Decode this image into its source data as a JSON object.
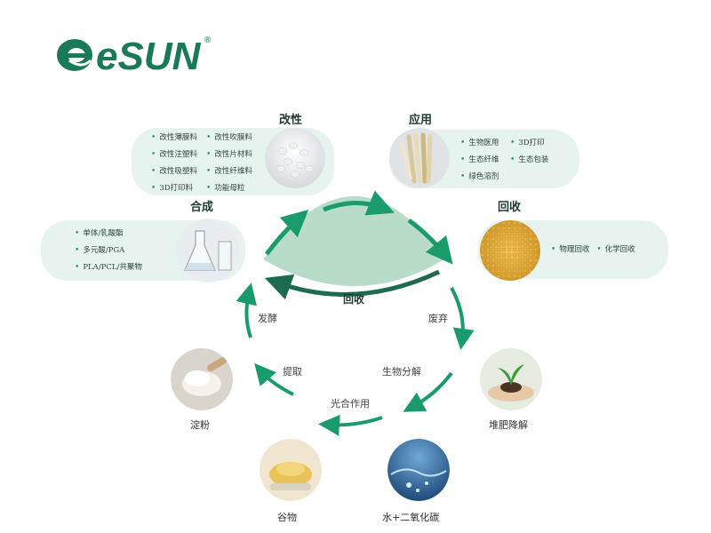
{
  "brand": {
    "name": "eSUN",
    "registered": "®",
    "color": "#1a7a55"
  },
  "colors": {
    "accent": "#1a9b6c",
    "panel_bg": "#e7f3ee",
    "center_fill": "#b7dcc8",
    "dark_arrow": "#1d6b4e"
  },
  "top_left": {
    "title": "改性",
    "col1": [
      "改性薄膜料",
      "改性注塑料",
      "改性吸塑料",
      "3D打印料"
    ],
    "col2": [
      "改性吹膜料",
      "改性片材料",
      "改性纤维料",
      "功能母粒"
    ]
  },
  "top_right": {
    "title": "应用",
    "col1": [
      "生物医用",
      "生态纤维",
      "绿色溶剂"
    ],
    "col2": [
      "3D打印",
      "生态包装"
    ]
  },
  "left": {
    "title": "合成",
    "items": [
      "单体/乳酸酯",
      "多元酸/PGA",
      "PLA/PCL/共聚物"
    ]
  },
  "right": {
    "title": "回收",
    "items": [
      "物理回收",
      "化学回收"
    ]
  },
  "center_label": "回收",
  "arrow_labels": {
    "ferment": "发酵",
    "discard": "废弃",
    "extract": "提取",
    "biodegrade": "生物分解",
    "photosynthesis": "光合作用"
  },
  "stages": {
    "starch": "淀粉",
    "compost": "堆肥降解",
    "grain": "谷物",
    "water_co2": "水+二氧化碳"
  }
}
